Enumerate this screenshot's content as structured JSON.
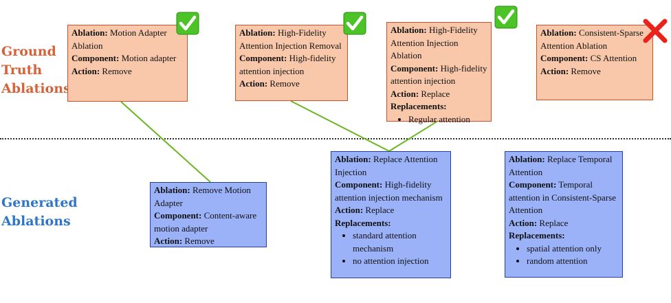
{
  "labels": {
    "ground_truth": [
      "Ground",
      "Truth",
      "Ablations"
    ],
    "generated": [
      "Generated",
      "Ablations"
    ]
  },
  "keys": {
    "ablation": "Ablation:",
    "component": "Component:",
    "action": "Action:",
    "replacements": "Replacements:"
  },
  "ground_truth": [
    {
      "ablation": "Motion Adapter Ablation",
      "component": "Motion adapter",
      "action": "Remove",
      "matched": true
    },
    {
      "ablation": "High-Fidelity Attention Injection Removal",
      "component": "High-fidelity attention injection",
      "action": "Remove",
      "matched": true
    },
    {
      "ablation": "High-Fidelity Attention Injection Ablation",
      "component": "High-fidelity attention injection",
      "action": "Replace",
      "replacements": [
        "Regular attention"
      ],
      "matched": true
    },
    {
      "ablation": "Consistent-Sparse Attention Ablation",
      "component": "CS Attention",
      "action": "Remove",
      "matched": false
    }
  ],
  "generated": [
    {
      "ablation": "Remove Motion Adapter",
      "component": "Content-aware motion adapter",
      "action": "Remove"
    },
    {
      "ablation": "Replace Attention Injection",
      "component": "High-fidelity attention injection mechanism",
      "action": "Replace",
      "replacements": [
        "standard attention mechanism",
        "no attention injection"
      ]
    },
    {
      "ablation": "Replace Temporal Attention",
      "component": "Temporal attention in Consistent-Sparse Attention",
      "action": "Replace",
      "replacements": [
        "spatial attention only",
        "random attention"
      ]
    }
  ],
  "colors": {
    "ground_truth_label": "#d4633a",
    "generated_label": "#2f75c8",
    "ground_truth_box": "#f9c7aa",
    "generated_box": "#9bb1f8",
    "link_line": "#6ab520",
    "check_mark": "#4cc326",
    "cross_mark": "#e8231b"
  },
  "icons": {
    "matched": "check-mark-icon",
    "unmatched": "cross-mark-icon"
  }
}
